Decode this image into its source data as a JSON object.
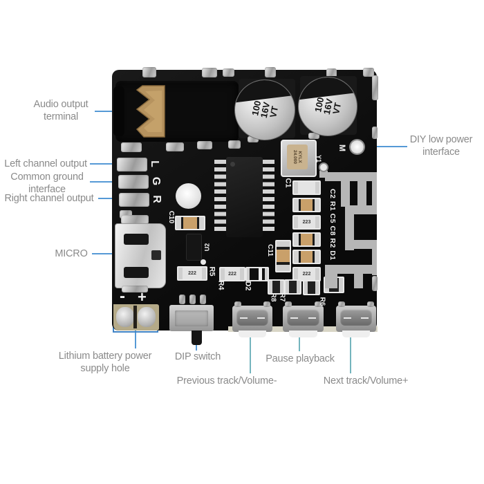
{
  "colors": {
    "label_text": "#8a8a8a",
    "leader_blue": "#5599d6",
    "leader_teal": "#74b4bd",
    "battery_box_blue": "#3f83c6",
    "board_black": "#101010",
    "antenna_gray": "#b6b6b6",
    "gold_contact": "#b6935f",
    "solder_silver": "#c7c7c7",
    "resistor_tan": "#c9a06a",
    "pcb_edge_tan": "#b5aa88"
  },
  "callouts": {
    "audio_output_terminal": "Audio output\nterminal",
    "left_channel_output": "Left channel output",
    "common_ground_interface": "Common ground\ninterface",
    "right_channel_output": "Right channel output",
    "micro": "MICRO",
    "lithium_battery_power_supply_hole": "Lithium battery power\nsupply hole",
    "dip_switch": "DIP switch",
    "previous_track_volume_minus": "Previous track/Volume-",
    "pause_playback": "Pause playback",
    "next_track_volume_plus": "Next track/Volume+",
    "diy_low_power_interface": "DIY low power\ninterface"
  },
  "board": {
    "cap_marking": "100\n16V\nVT",
    "crystal_marking": "KYLX\n24.000",
    "antenna_silkscreen": "C2 R1 C5 C8 R2 D1",
    "pads": {
      "left": "L",
      "ground": "G",
      "right": "R"
    },
    "silk": {
      "m": "M",
      "y1": "Y1",
      "c1": "C1",
      "c10": "C10",
      "c11": "C11",
      "u2": "U2",
      "r4": "R4",
      "r5": "R5",
      "r6": "R6",
      "r7": "R7",
      "r8": "R8",
      "d2": "D2",
      "minus": "-",
      "plus": "+"
    },
    "res": {
      "r222": "222",
      "r223": "223"
    }
  }
}
